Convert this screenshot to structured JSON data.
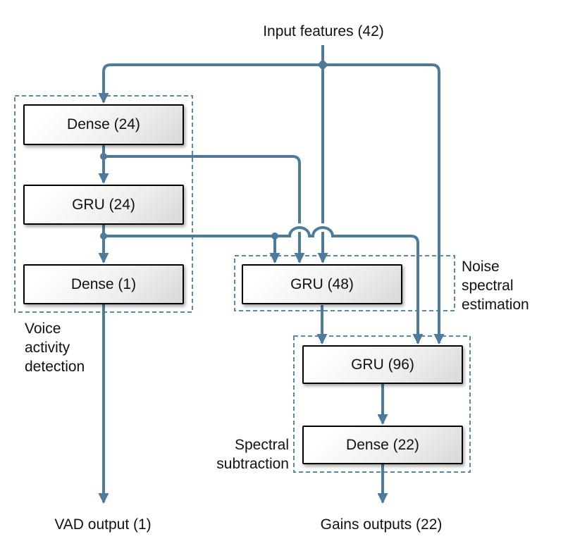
{
  "colors": {
    "line": "#4e7a9c",
    "dash": "#5d87a8",
    "box_border": "#000000",
    "box_gradient_start": "#ffffff",
    "box_gradient_end": "#d8d8d8",
    "text": "#111111",
    "background": "#ffffff"
  },
  "diagram": {
    "input_label": "Input features (42)",
    "nodes": {
      "dense24": "Dense (24)",
      "gru24": "GRU (24)",
      "dense1": "Dense (1)",
      "gru48": "GRU (48)",
      "gru96": "GRU (96)",
      "dense22": "Dense (22)"
    },
    "groups": {
      "vad": "Voice\nactivity\ndetection",
      "noise": "Noise\nspectral\nestimation",
      "subtraction": "Spectral\nsubtraction"
    },
    "outputs": {
      "vad": "VAD output (1)",
      "gains": "Gains outputs (22)"
    },
    "edges": [
      {
        "from": "input",
        "to": "dense24"
      },
      {
        "from": "input",
        "to": "gru48"
      },
      {
        "from": "input",
        "to": "gru96"
      },
      {
        "from": "dense24",
        "to": "gru24"
      },
      {
        "from": "dense24",
        "to": "gru48"
      },
      {
        "from": "gru24",
        "to": "dense1"
      },
      {
        "from": "gru24",
        "to": "gru48"
      },
      {
        "from": "gru24",
        "to": "gru96"
      },
      {
        "from": "gru48",
        "to": "gru96"
      },
      {
        "from": "gru96",
        "to": "dense22"
      },
      {
        "from": "dense1",
        "to": "vad_output"
      },
      {
        "from": "dense22",
        "to": "gains_output"
      }
    ]
  }
}
